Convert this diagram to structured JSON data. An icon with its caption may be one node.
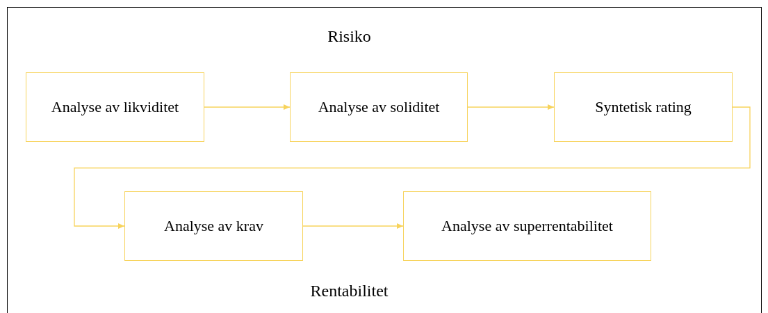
{
  "diagram": {
    "nodes": [
      {
        "text": [
          "Analyse av likviditet"
        ]
      },
      {
        "text": [
          "Analyse av soliditet"
        ]
      },
      {
        "text": [
          "Syntetisk rating"
        ]
      },
      {
        "text": [
          "Analyse av krav"
        ]
      },
      {
        "text": [
          "Analyse av superrentabilitet"
        ]
      }
    ],
    "edges": [
      {
        "from": 0,
        "to": 1,
        "arrow": "to"
      },
      {
        "from": 1,
        "to": 2,
        "arrow": "to"
      },
      {
        "from": 2,
        "to": 3,
        "arrow": "to"
      },
      {
        "from": 3,
        "to": 4,
        "arrow": "to"
      }
    ],
    "labels": [
      "Risiko",
      "Rentabilitet"
    ]
  }
}
